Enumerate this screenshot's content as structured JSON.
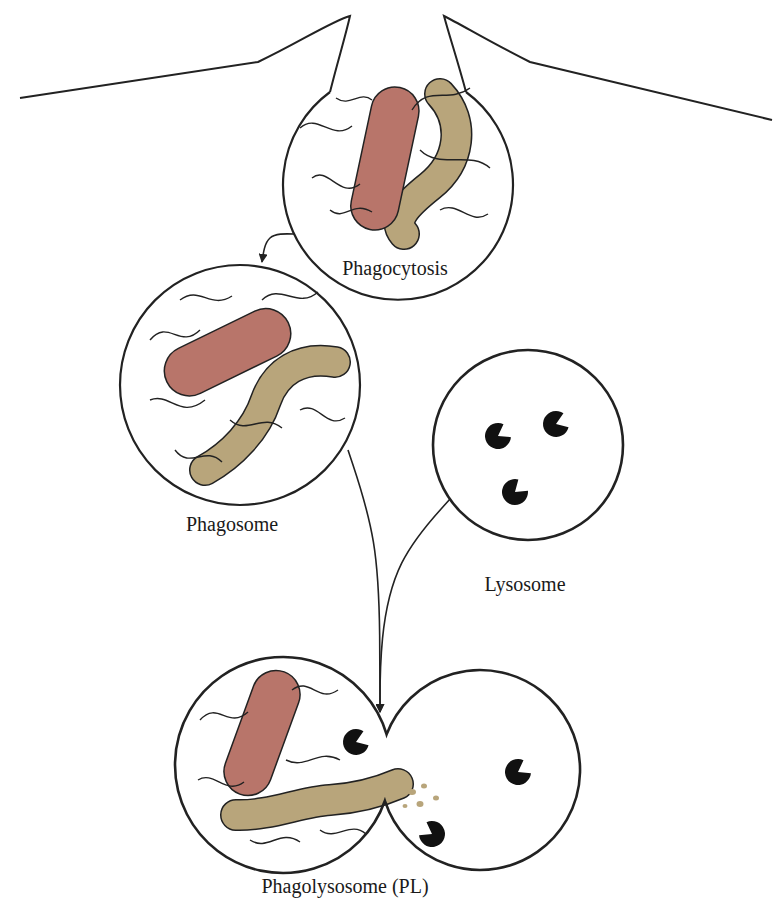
{
  "diagram": {
    "nodes": [
      {
        "text": [
          "Phagocytosis"
        ]
      },
      {
        "text": [
          "Phagosome"
        ]
      },
      {
        "text": [
          "Lysosome"
        ]
      },
      {
        "text": [
          "Phagolysosome (PL)"
        ]
      }
    ],
    "edges": [
      {
        "from": 0,
        "to": 1,
        "arrow": "to"
      },
      {
        "from": 1,
        "to": 3,
        "arrow": "to"
      },
      {
        "from": 2,
        "to": 3,
        "arrow": "to"
      }
    ]
  }
}
